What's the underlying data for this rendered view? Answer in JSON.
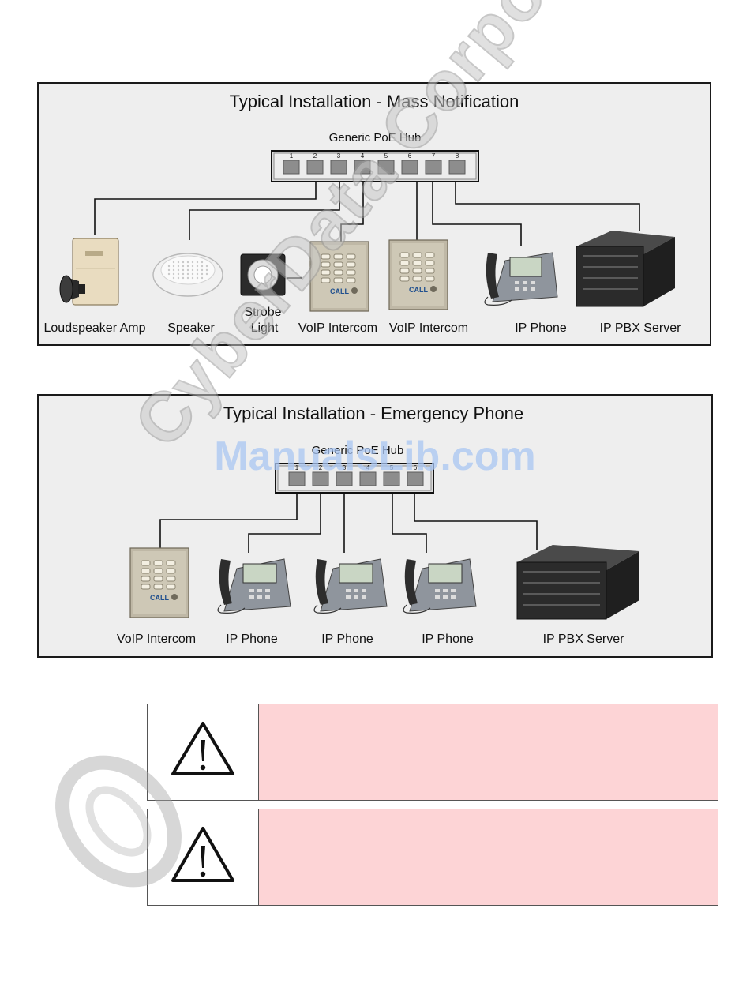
{
  "mass_notification": {
    "title": "Typical Installation - Mass Notification",
    "hub_label": "Generic PoE Hub",
    "ports": [
      "1",
      "2",
      "3",
      "4",
      "5",
      "6",
      "7",
      "8"
    ],
    "devices": {
      "loudspeaker_amp": "Loudspeaker Amp",
      "speaker": "Speaker",
      "strobe_line1": "Strobe",
      "strobe_line2": "Light",
      "intercom_a": "VoIP Intercom",
      "intercom_b": "VoIP Intercom",
      "ip_phone": "IP Phone",
      "pbx_server": "IP PBX Server"
    }
  },
  "emergency_phone": {
    "title": "Typical Installation - Emergency Phone",
    "hub_label": "Generic PoE Hub",
    "ports": [
      "1",
      "2",
      "3",
      "4",
      "5",
      "6"
    ],
    "devices": {
      "intercom": "VoIP Intercom",
      "phone_a": "IP Phone",
      "phone_b": "IP Phone",
      "phone_c": "IP Phone",
      "pbx_server": "IP PBX Server"
    }
  },
  "intercom_badge": "CALL",
  "watermarks": {
    "company": "CyberData Corporation",
    "site": "ManualsLib.com"
  },
  "colors": {
    "panel_bg": "#eeeeee",
    "note_bg": "#fdd4d6",
    "wire": "#111111"
  }
}
